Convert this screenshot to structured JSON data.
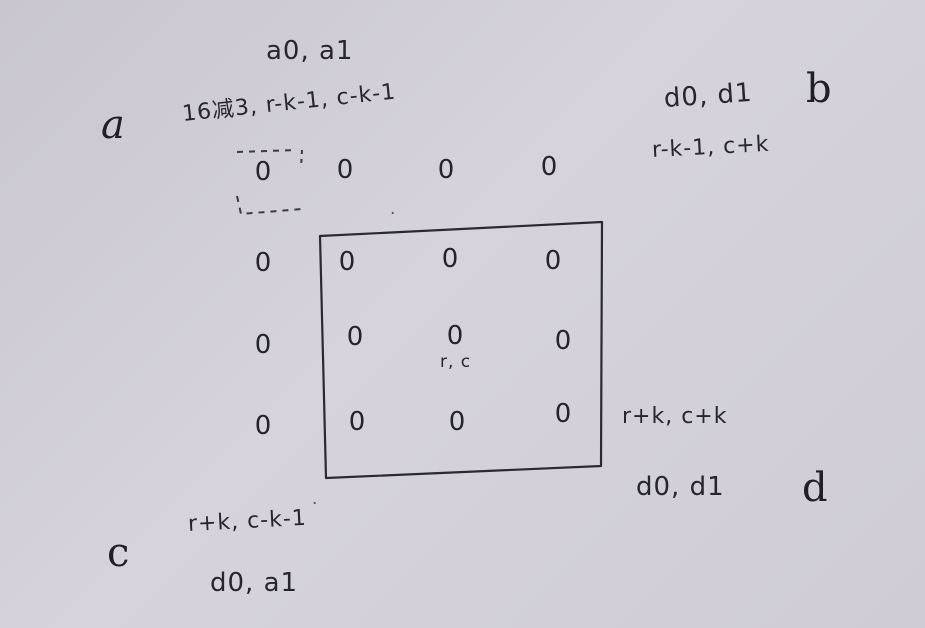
{
  "labels": {
    "a": "a",
    "b": "b",
    "c": "c",
    "d": "d"
  },
  "notes": {
    "a_top": "a0, a1",
    "a_range": "16减3, r-k-1, c-k-1",
    "b_top": "d0, d1",
    "b_range": "r-k-1, c+k",
    "center": "r, c",
    "d_range": "r+k, c+k",
    "d_bottom": "d0, d1",
    "c_range": "r+k, c-k-1",
    "c_bottom": "d0, a1"
  },
  "grid": {
    "symbol": "0"
  }
}
